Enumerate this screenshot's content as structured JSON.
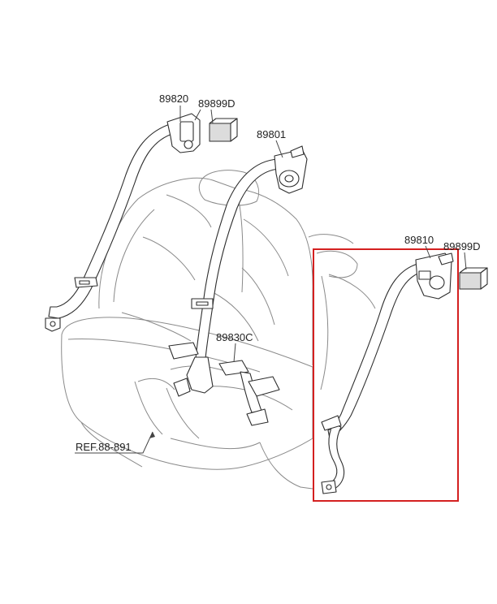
{
  "diagram": {
    "labels": {
      "p89820": "89820",
      "p89899d_left": "89899D",
      "p89801": "89801",
      "p89810": "89810",
      "p89899d_right": "89899D",
      "p89830c": "89830C",
      "ref": "REF.88-891"
    },
    "colors": {
      "highlight": "#d42020",
      "line": "#2e2e2e",
      "seat_outline": "#8a8a8a",
      "label_block_fill": "#dcdcdc"
    }
  }
}
